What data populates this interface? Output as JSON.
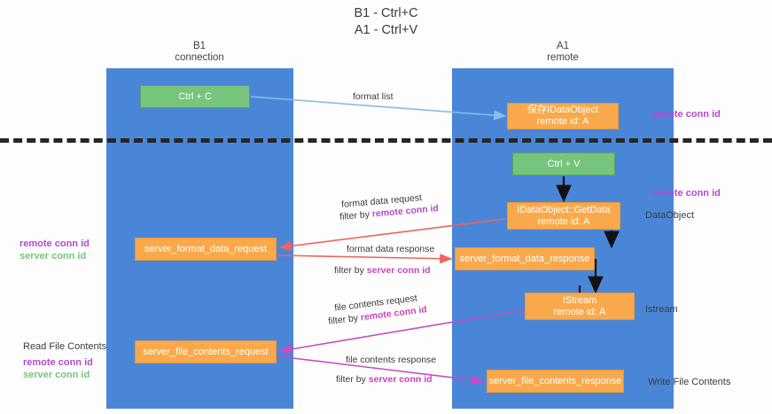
{
  "title": {
    "line1": "B1 - Ctrl+C",
    "line2": "A1 - Ctrl+V"
  },
  "columns": [
    {
      "name": "B1",
      "subtitle": "connection"
    },
    {
      "name": "A1",
      "subtitle": "remote"
    }
  ],
  "nodes": {
    "ctrl_c": {
      "label": "Ctrl + C",
      "type": "green"
    },
    "save_idataobject": {
      "label": "保存IDataObject",
      "sub": "remote id: A",
      "type": "orange"
    },
    "ctrl_v": {
      "label": "Ctrl + V",
      "type": "green"
    },
    "getdata": {
      "label": "IDataObject::GetData",
      "sub": "remote id: A",
      "type": "orange"
    },
    "server_format_data_request": {
      "label": "server_format_data_request",
      "type": "orange"
    },
    "server_format_data_response": {
      "label": "server_format_data_response",
      "type": "orange"
    },
    "istream": {
      "label": "IStream",
      "sub": "remote id: A",
      "type": "orange"
    },
    "server_file_contents_request": {
      "label": "server_file_contents_request",
      "type": "orange"
    },
    "server_file_contents_response": {
      "label": "server_file_contents_response",
      "type": "orange"
    }
  },
  "edges": {
    "format_list": "format list",
    "format_data_request": "format data request",
    "format_data_request_filter_prefix": "filter by ",
    "format_data_request_filter_key": "remote conn id",
    "format_data_response": "format data response",
    "format_data_response_filter_prefix": "filter by ",
    "format_data_response_filter_key": "server conn id",
    "file_contents_request": "file contents request",
    "file_contents_request_filter_prefix": "filter by ",
    "file_contents_request_filter_key": "remote conn id",
    "file_contents_response": "file contents response",
    "file_contents_response_filter_prefix": "filter by ",
    "file_contents_response_filter_key": "server conn id"
  },
  "annotations": {
    "remote_conn_id": "remote conn id",
    "server_conn_id": "server conn id",
    "dataobject": "DataObject",
    "istream": "Istream",
    "write_file_contents": "Write File Contents",
    "read_file_contents": "Read File Contents"
  },
  "colors": {
    "lane": "#4a86d8",
    "green_node": "#77c47c",
    "orange_node": "#f9a94c",
    "purple": "#b44ad0",
    "magenta": "#cc44bb",
    "divider": "#262626",
    "arrow_blue": "#8bbbe8",
    "arrow_red": "#f0645a",
    "arrow_magenta": "#c44ec4",
    "arrow_black": "#111111"
  }
}
